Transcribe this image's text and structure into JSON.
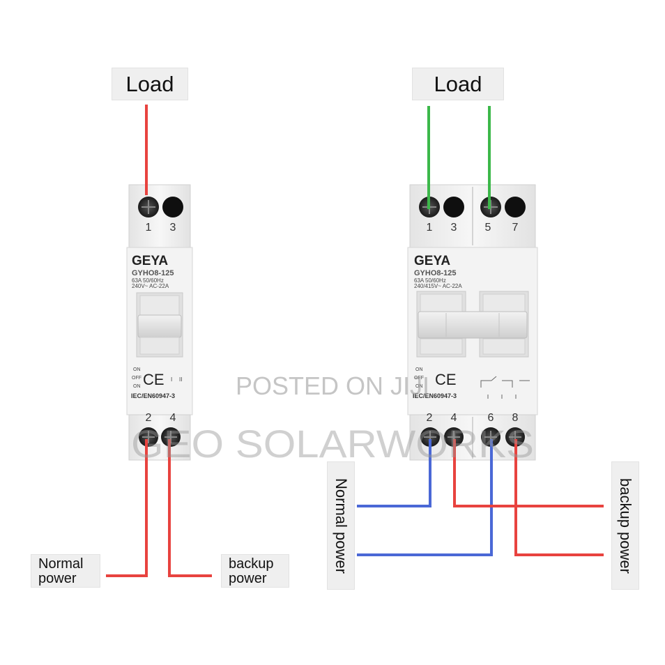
{
  "left": {
    "load_label": "Load",
    "brand": "GEYA",
    "model": "GYHO8-125",
    "rating_line1": "63A  50/60Hz",
    "rating_line2": "240V~  AC-22A",
    "top_terminals": [
      "1",
      "3"
    ],
    "bottom_terminals": [
      "2",
      "4"
    ],
    "standard": "IEC/EN60947-3",
    "switch_on": "ON",
    "switch_off": "OFF",
    "switch_pos1": "I",
    "switch_pos2": "II",
    "ce_mark": "CE",
    "normal_label_l1": "Normal",
    "normal_label_l2": "power",
    "backup_label_l1": "backup",
    "backup_label_l2": "power"
  },
  "right": {
    "load_label": "Load",
    "brand": "GEYA",
    "model": "GYHO8-125",
    "rating_line1": "63A  50/60Hz",
    "rating_line2": "240/415V~  AC-22A",
    "top_terminals": [
      "1",
      "3",
      "5",
      "7"
    ],
    "bottom_terminals": [
      "2",
      "4",
      "6",
      "8"
    ],
    "standard": "IEC/EN60947-3",
    "ce_mark": "CE",
    "normal_label": "Normal power",
    "backup_label": "backup power"
  },
  "watermark": {
    "line1": "POSTED ON JIJI",
    "line2": "GEO SOLARWORKS"
  },
  "colors": {
    "live_wire": "#e8433f",
    "load_wire_right": "#3cb84a",
    "normal_wire_right": "#4a68d6",
    "body": "#f4f4f4"
  }
}
